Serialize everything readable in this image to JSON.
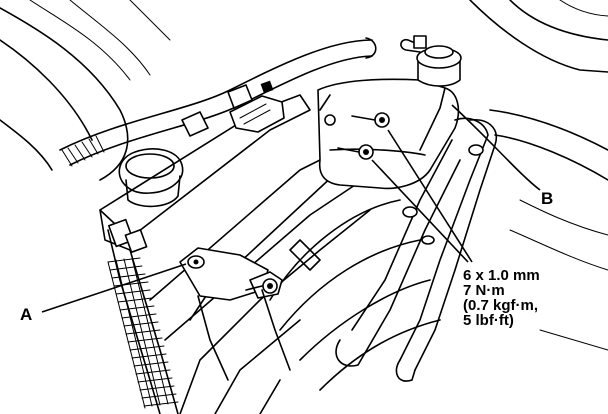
{
  "callouts": {
    "a": "A",
    "b": "B"
  },
  "fastener_spec": {
    "size": "6 x 1.0 mm",
    "torque_nm": "7 N·m",
    "torque_kgfm": "(0.7 kgf·m,",
    "torque_lbfft": "5 lbf·ft)"
  }
}
